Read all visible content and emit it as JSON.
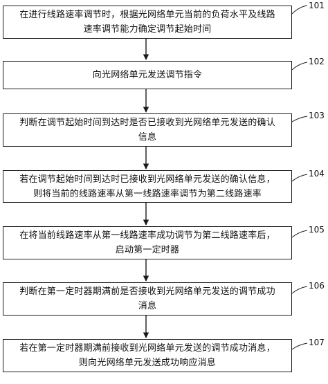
{
  "steps": [
    {
      "id": "101",
      "text": "在进行线路速率调节时，根据光网络单元当前的负荷水平及线路\n速率调节能力确定调节起始时间"
    },
    {
      "id": "102",
      "text": "向光网络单元发送调节指令"
    },
    {
      "id": "103",
      "text": "判断在调节起始时间到达时是否已接收到光网络单元发送的确认\n信息"
    },
    {
      "id": "104",
      "text": "若在调节起始时间到达时已接收到光网络单元发送的确认信息，\n则将当前的线路速率从第一线路速率调节为第二线路速率"
    },
    {
      "id": "105",
      "text": "在将当前线路速率从第一线路速率成功调节为第二线路速率后，\n启动第一定时器"
    },
    {
      "id": "106",
      "text": "判断在第一定时器期满前是否接收到光网络单元发送的调节成功\n消息"
    },
    {
      "id": "107",
      "text": "若在第一定时器期满前接收到光网络单元发送的调节成功消息，\n则向光网络单元发送成功响应消息"
    }
  ]
}
